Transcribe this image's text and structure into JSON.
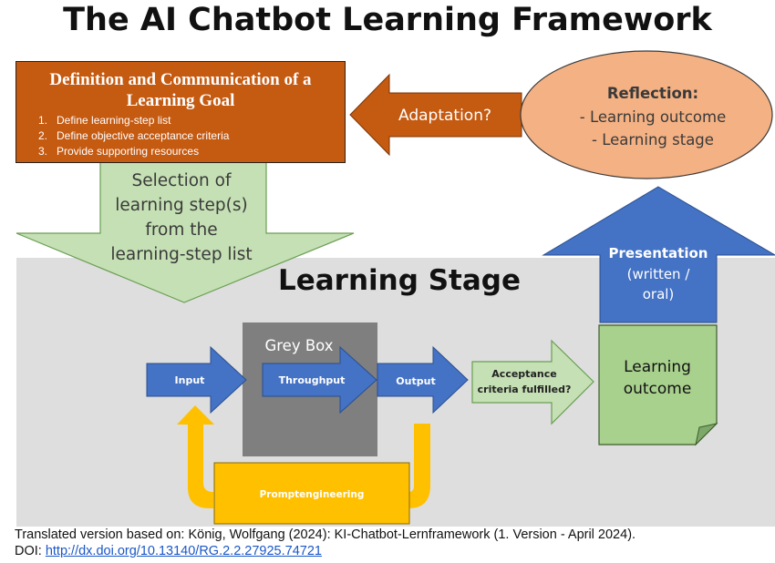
{
  "title": "The AI Chatbot Learning Framework",
  "goal": {
    "title": "Definition and Communication of a Learning Goal",
    "items": [
      "Define learning-step list",
      "Define objective acceptance criteria",
      "Provide supporting resources"
    ]
  },
  "adaptation_label": "Adaptation?",
  "reflection": {
    "title": "Reflection:",
    "lines": [
      "- Learning outcome",
      "- Learning stage"
    ]
  },
  "selection_lines": [
    "Selection of",
    "learning step(s)",
    "from the",
    "learning-step list"
  ],
  "stage_label": "Learning Stage",
  "presentation": {
    "title": "Presentation",
    "lines": [
      "(written /",
      "oral)"
    ]
  },
  "grey_box_label": "Grey Box",
  "input_label": "Input",
  "throughput_label": "Throughput",
  "output_label": "Output",
  "acceptance_lines": [
    "Acceptance",
    "criteria fulfilled?"
  ],
  "outcome_lines": [
    "Learning",
    "outcome"
  ],
  "prompt_label": "Promptengineering",
  "footer": {
    "line1": "Translated version based on: König, Wolfgang (2024): KI-Chatbot-Lernframework (1. Version - April 2024).",
    "doi_prefix": "DOI: ",
    "doi_link": "http://dx.doi.org/10.13140/RG.2.2.27925.74721"
  },
  "colors": {
    "goal": "#c55a11",
    "adaptation": "#c55a11",
    "reflection": "#f4b183",
    "selection": "#c5e0b4",
    "stage_bg": "#dedede",
    "presentation": "#4472c4",
    "grey_box": "#7f7f7f",
    "flow_arrow": "#4472c4",
    "acceptance": "#c5e0b4",
    "outcome": "#a9d18e",
    "prompt": "#ffc000"
  }
}
